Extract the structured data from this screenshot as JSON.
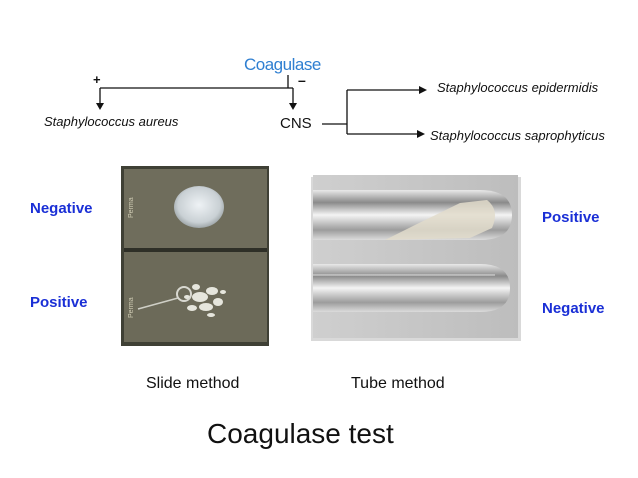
{
  "flowchart": {
    "root": "Coagulase",
    "positive_sign": "+",
    "negative_sign": "–",
    "positive_result": "Staphylococcus aureus",
    "negative_result": "CNS",
    "cns_branches": [
      "Staphylococcus epidermidis",
      "Staphylococcus saprophyticus"
    ]
  },
  "slide_photo": {
    "top_label": "Negative",
    "bottom_label": "Positive",
    "caption": "Slide method"
  },
  "tube_photo": {
    "top_label": "Positive",
    "bottom_label": "Negative",
    "caption": "Tube method"
  },
  "title": "Coagulase test",
  "colors": {
    "root_text": "#2f7fd1",
    "result_labels": "#1a2fd6"
  }
}
